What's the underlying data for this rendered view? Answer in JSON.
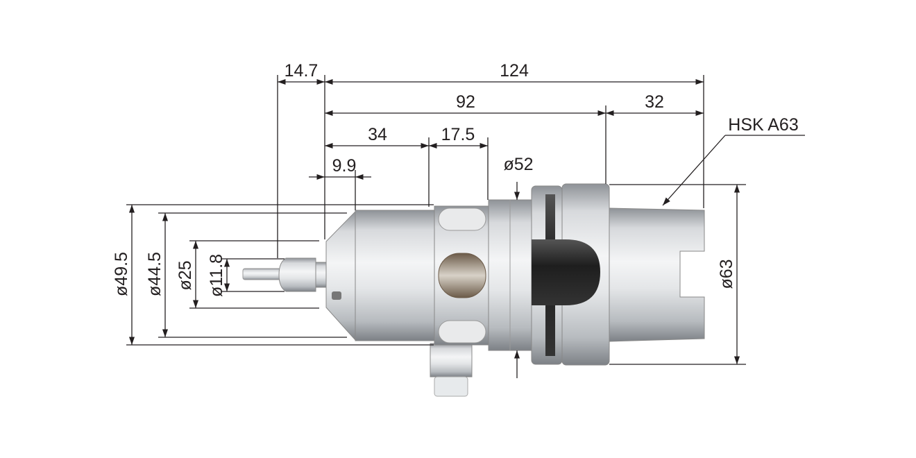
{
  "drawing": {
    "dimensions": {
      "d_14_7": "14.7",
      "d_124": "124",
      "d_92": "92",
      "d_32": "32",
      "d_34": "34",
      "d_17_5": "17.5",
      "d_9_9": "9.9",
      "d_phi52": "ø52",
      "d_phi63": "ø63",
      "d_phi49_5": "ø49.5",
      "d_phi44_5": "ø44.5",
      "d_phi25": "ø25",
      "d_phi11_8": "ø11.8"
    },
    "callout": "HSK A63",
    "colors": {
      "line": "#231f20",
      "metal": "#c9ccd0",
      "dark": "#2a2a2a"
    }
  }
}
